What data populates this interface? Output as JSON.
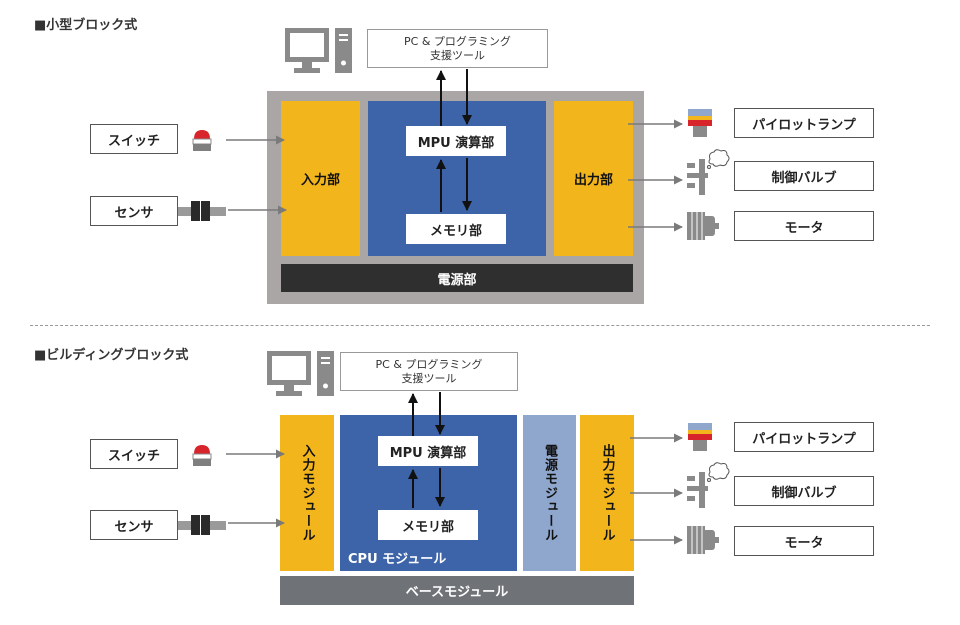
{
  "top": {
    "title": "■小型ブロック式",
    "tool_line1": "PC & プログラミング",
    "tool_line2": "支援ツール",
    "input_unit": "入力部",
    "mpu_unit": "MPU 演算部",
    "memory_unit": "メモリ部",
    "output_unit": "出力部",
    "power_unit": "電源部",
    "inputs": [
      "スイッチ",
      "センサ"
    ],
    "outputs": [
      "パイロットランプ",
      "制御バルブ",
      "モータ"
    ]
  },
  "bottom": {
    "title": "■ビルディングブロック式",
    "tool_line1": "PC & プログラミング",
    "tool_line2": "支援ツール",
    "input_module": "入力モジュール",
    "mpu_unit": "MPU 演算部",
    "memory_unit": "メモリ部",
    "cpu_module": "CPU モジュール",
    "power_module": "電源モジュール",
    "output_module": "出力モジュール",
    "base_module": "ベースモジュール",
    "inputs": [
      "スイッチ",
      "センサ"
    ],
    "outputs": [
      "パイロットランプ",
      "制御バルブ",
      "モータ"
    ]
  },
  "colors": {
    "input_output_yellow": "#f2b51c",
    "cpu_blue": "#3d63a8",
    "power_lightblue": "#8fa6cd",
    "outer_gray": "#aaa6a6",
    "power_dark": "#2f2f2f",
    "base_gray": "#6f7377"
  },
  "icons": [
    "computer-icon",
    "push-button-switch-icon",
    "sensor-icon",
    "pilot-lamp-icon",
    "control-valve-icon",
    "motor-icon"
  ]
}
